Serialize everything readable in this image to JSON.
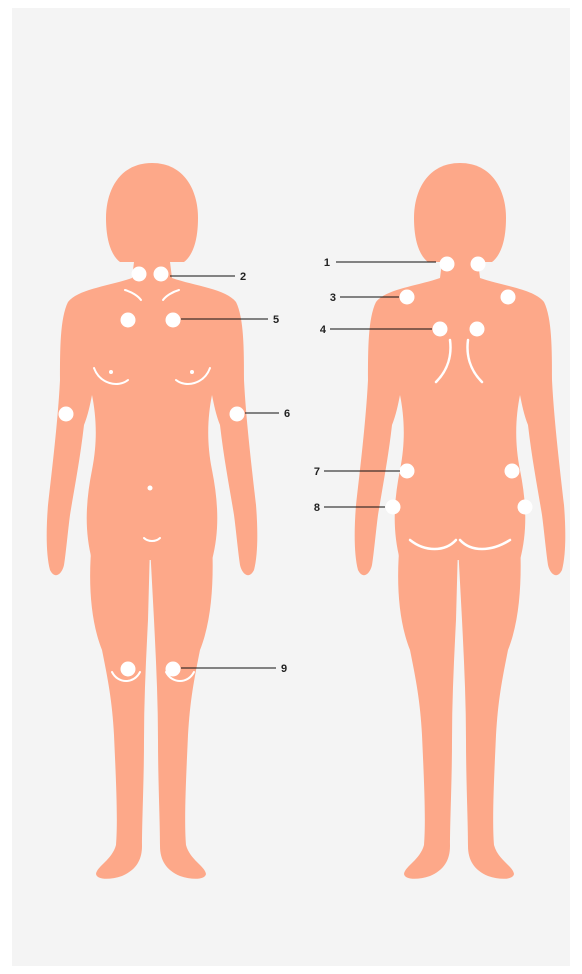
{
  "colors": {
    "background": "#f4f4f4",
    "body": "#fda889",
    "point": "#ffffff",
    "leader_line": "#111111",
    "label": "#222222"
  },
  "figures": [
    {
      "view": "front"
    },
    {
      "view": "back"
    }
  ],
  "callouts": [
    {
      "label": "1"
    },
    {
      "label": "2"
    },
    {
      "label": "3"
    },
    {
      "label": "4"
    },
    {
      "label": "5"
    },
    {
      "label": "6"
    },
    {
      "label": "7"
    },
    {
      "label": "8"
    },
    {
      "label": "9"
    }
  ]
}
